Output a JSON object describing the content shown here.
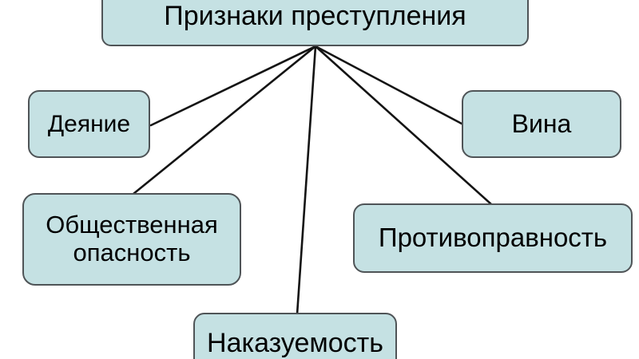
{
  "diagram": {
    "title": "Признаки преступления",
    "nodes": [
      {
        "id": "deyanie",
        "label": "Деяние"
      },
      {
        "id": "obshchestvennaya-opasnost",
        "label": "Общественная опасность"
      },
      {
        "id": "nakazuemost",
        "label": "Наказуемость"
      },
      {
        "id": "protivopravnost",
        "label": "Противоправность"
      },
      {
        "id": "vina",
        "label": "Вина"
      }
    ],
    "colors": {
      "node_fill": "#c5e1e3",
      "node_border": "#4f5457",
      "connector": "#141414",
      "text": "#000000",
      "background": "#ffffff"
    }
  }
}
